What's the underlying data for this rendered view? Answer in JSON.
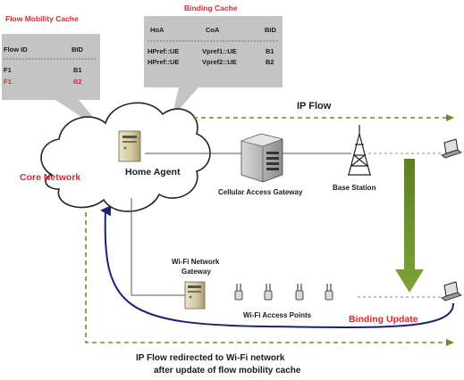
{
  "colors": {
    "accent_red": "#e0242b",
    "flow_green": "#6e8a2a",
    "update_blue": "#1c2173",
    "callout_gray": "#c4c4c4"
  },
  "flow_mobility_cache": {
    "title": "Flow Mobility Cache",
    "col_flow": "Flow ID",
    "col_bid": "BID",
    "rows": [
      {
        "flow": "F1",
        "bid": "B1",
        "highlight": false
      },
      {
        "flow": "F1",
        "bid": "B2",
        "highlight": true
      }
    ]
  },
  "binding_cache": {
    "title": "Binding Cache",
    "col_hoa": "HoA",
    "col_coa": "CoA",
    "col_bid": "BID",
    "rows": [
      {
        "hoa": "HPref::UE",
        "coa": "Vpref1::UE",
        "bid": "B1"
      },
      {
        "hoa": "HPref::UE",
        "coa": "Vpref2::UE",
        "bid": "B2"
      }
    ]
  },
  "labels": {
    "ip_flow": "IP Flow",
    "core_network": "Core Network",
    "home_agent": "Home Agent",
    "cellular_gateway": "Cellular Access Gateway",
    "base_station": "Base Station",
    "wifi_gateway_line1": "Wi-Fi Network",
    "wifi_gateway_line2": "Gateway",
    "wifi_access_points": "Wi-Fi Access Points",
    "binding_update": "Binding Update",
    "redirect_line1": "IP Flow redirected to Wi-Fi network",
    "redirect_line2": "after update of flow mobility cache"
  },
  "icons": [
    "server-icon",
    "gateway-rack-icon",
    "cell-tower-icon",
    "laptop-icon",
    "wifi-ap-icon"
  ]
}
